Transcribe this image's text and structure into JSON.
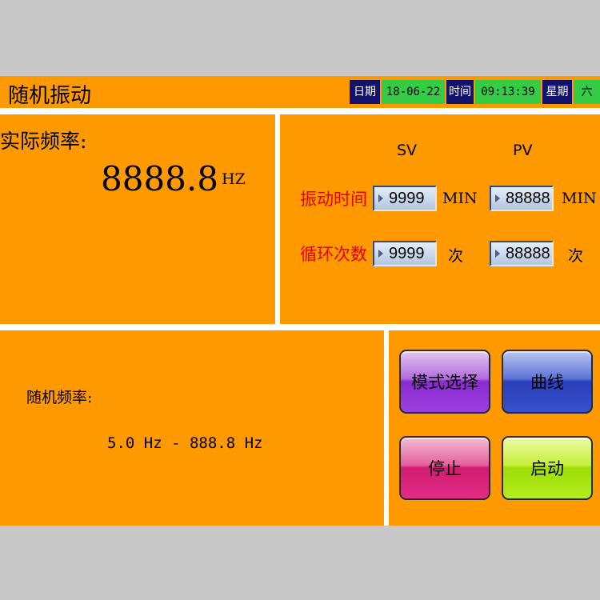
{
  "header": {
    "title": "随机振动",
    "date_label": "日期",
    "date_value": "18-06-22",
    "time_label": "时间",
    "time_value": "09:13:39",
    "weekday_label": "星期",
    "weekday_value": "六"
  },
  "actual_frequency": {
    "label": "实际频率:",
    "value": "8888.8",
    "unit": "HZ"
  },
  "settings": {
    "sv_header": "SV",
    "pv_header": "PV",
    "rows": [
      {
        "label": "振动时间",
        "sv": "9999",
        "pv": "88888",
        "sv_unit": "MIN",
        "pv_unit": "MIN"
      },
      {
        "label": "循环次数",
        "sv": "9999",
        "pv": "88888",
        "sv_unit": "次",
        "pv_unit": "次"
      }
    ]
  },
  "random_frequency": {
    "label": "随机频率:",
    "range": "5.0 Hz - 888.8 Hz"
  },
  "buttons": {
    "mode": "模式选择",
    "curve": "曲线",
    "stop": "停止",
    "start": "启动"
  },
  "colors": {
    "panel": "#ff9900",
    "label_red": "#e60000",
    "datetime_label_bg": "#12126e",
    "datetime_value_bg": "#33cc44"
  }
}
